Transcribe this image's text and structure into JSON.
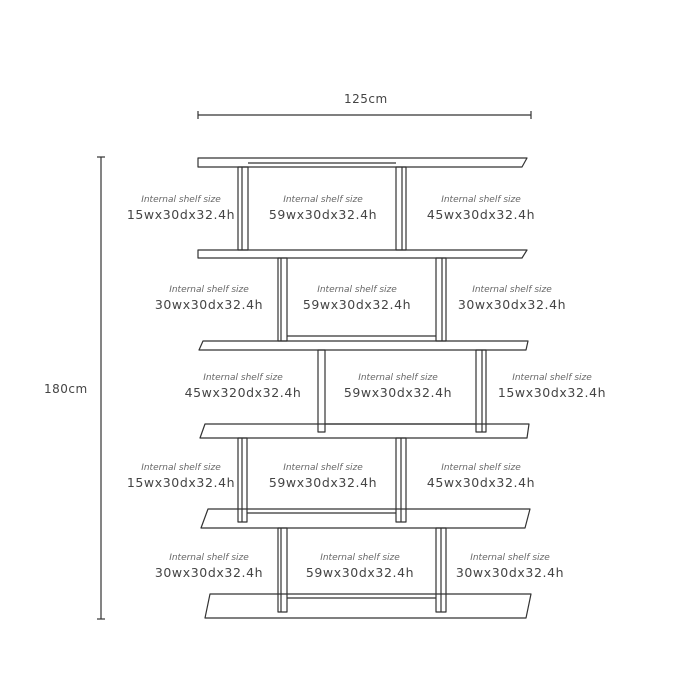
{
  "dimensions": {
    "width": "125cm",
    "height": "180cm"
  },
  "rows": [
    {
      "cells": [
        {
          "caption": "Internal shelf size",
          "size": "15wx30dx32.4h"
        },
        {
          "caption": "Internal shelf size",
          "size": "59wx30dx32.4h"
        },
        {
          "caption": "Internal shelf size",
          "size": "45wx30dx32.4h"
        }
      ]
    },
    {
      "cells": [
        {
          "caption": "Internal shelf size",
          "size": "30wx30dx32.4h"
        },
        {
          "caption": "Internal shelf size",
          "size": "59wx30dx32.4h"
        },
        {
          "caption": "Internal shelf size",
          "size": "30wx30dx32.4h"
        }
      ]
    },
    {
      "cells": [
        {
          "caption": "Internal shelf size",
          "size": "45wx320dx32.4h"
        },
        {
          "caption": "Internal shelf size",
          "size": "59wx30dx32.4h"
        },
        {
          "caption": "Internal shelf size",
          "size": "15wx30dx32.4h"
        }
      ]
    },
    {
      "cells": [
        {
          "caption": "Internal shelf size",
          "size": "15wx30dx32.4h"
        },
        {
          "caption": "Internal shelf size",
          "size": "59wx30dx32.4h"
        },
        {
          "caption": "Internal shelf size",
          "size": "45wx30dx32.4h"
        }
      ]
    },
    {
      "cells": [
        {
          "caption": "Internal shelf size",
          "size": "30wx30dx32.4h"
        },
        {
          "caption": "Internal shelf size",
          "size": "59wx30dx32.4h"
        },
        {
          "caption": "Internal shelf size",
          "size": "30wx30dx32.4h"
        }
      ]
    }
  ]
}
